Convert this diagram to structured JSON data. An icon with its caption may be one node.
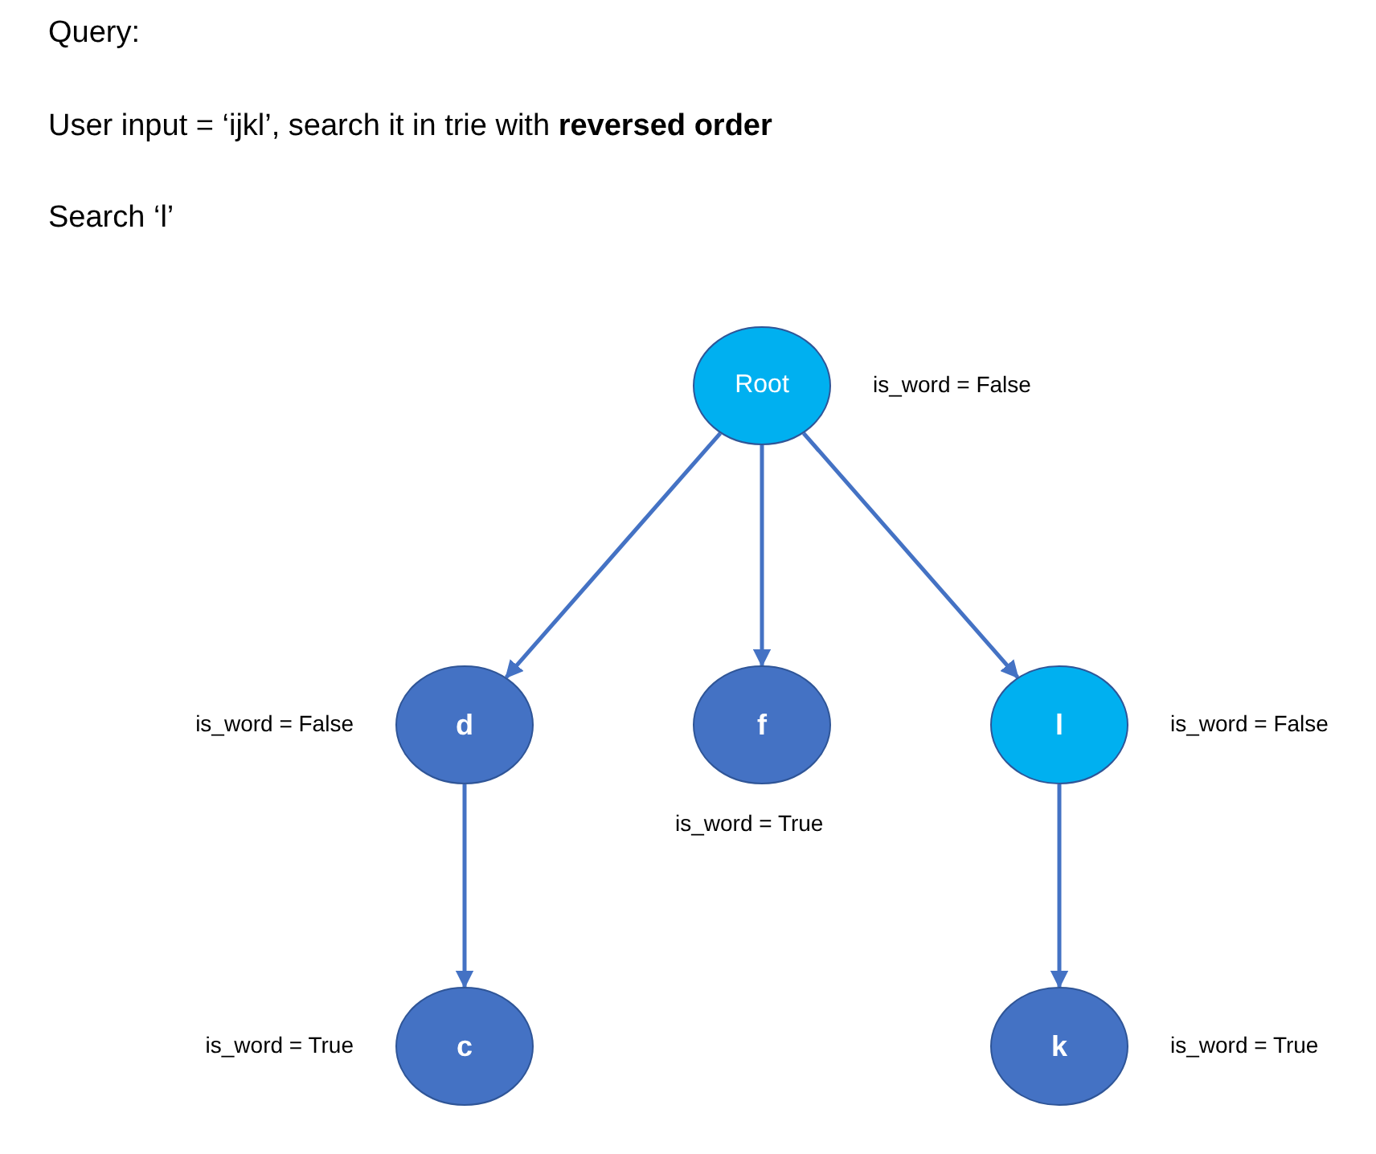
{
  "diagram": {
    "nodes": [
      {
        "text": [
          "Root"
        ],
        "beside": [
          "is_word = False"
        ]
      },
      {
        "text": [
          "d"
        ],
        "beside": [
          "is_word = False"
        ]
      },
      {
        "text": [
          "f"
        ],
        "beside": [
          "is_word = True"
        ]
      },
      {
        "text": [
          "l"
        ],
        "beside": [
          "is_word = False"
        ]
      },
      {
        "text": [
          "c"
        ],
        "beside": [
          "is_word = True"
        ]
      },
      {
        "text": [
          "k"
        ],
        "beside": [
          "is_word = True"
        ]
      }
    ],
    "edges": [
      {
        "from": 0,
        "to": 1,
        "arrow": "to"
      },
      {
        "from": 0,
        "to": 2,
        "arrow": "to"
      },
      {
        "from": 0,
        "to": 3,
        "arrow": "to"
      },
      {
        "from": 1,
        "to": 4,
        "arrow": "to"
      },
      {
        "from": 3,
        "to": 5,
        "arrow": "to"
      }
    ],
    "labels": [
      "Query:",
      "User input = ‘ijkl’, search it in trie with **reversed order**",
      "Search ‘l’"
    ]
  }
}
